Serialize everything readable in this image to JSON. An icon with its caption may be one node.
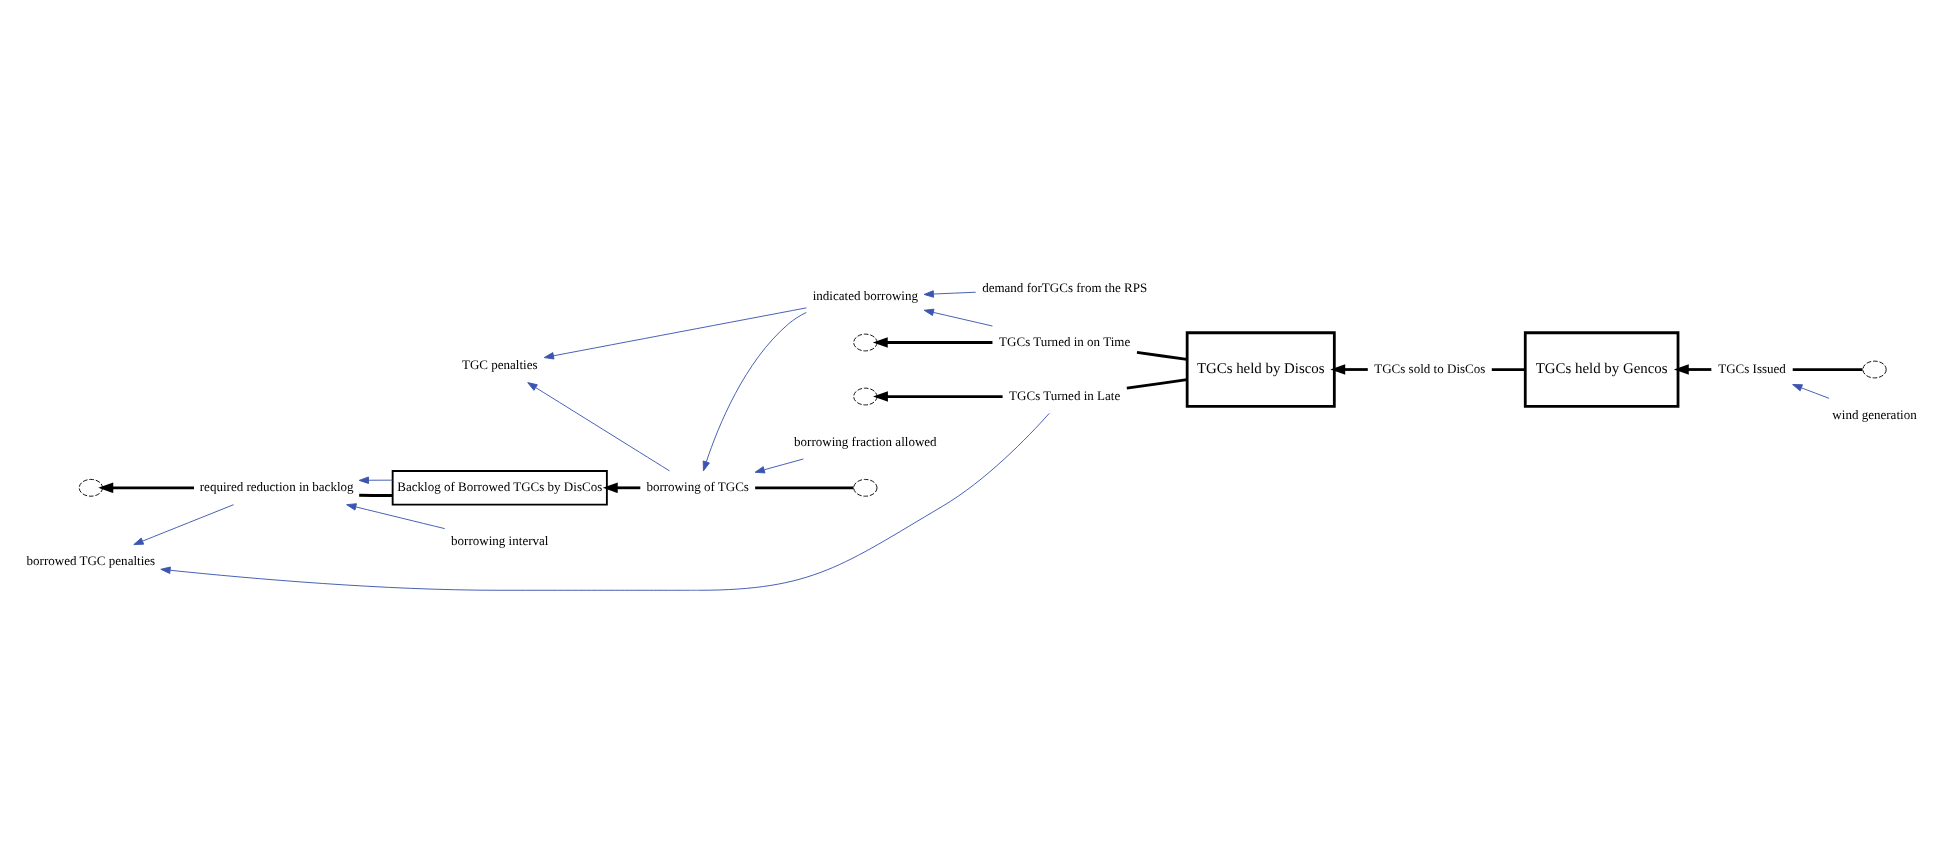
{
  "diagram": {
    "nodes": [
      {
        "text": [
          "demand forTGCs from the RPS"
        ]
      },
      {
        "text": [
          "indicated borrowing"
        ]
      },
      {
        "text": [
          "borrowing fraction allowed"
        ]
      },
      {
        "text": [
          "TGC penalties"
        ]
      },
      {
        "text": [],
        "shape": "cloud"
      },
      {
        "text": [
          "borrowing of TGCs"
        ]
      },
      {
        "text": [],
        "shape": "cloud"
      },
      {
        "text": [
          "TGCs Turned in on Time"
        ]
      },
      {
        "text": [
          "TGCs held by Discos"
        ]
      },
      {
        "text": [
          "TGCs sold to DisCos"
        ]
      },
      {
        "text": [
          "TGCs held by Gencos"
        ]
      },
      {
        "text": [
          "TGCs Issued"
        ]
      },
      {
        "text": [],
        "shape": "cloud"
      },
      {
        "text": [],
        "shape": "cloud"
      },
      {
        "text": [
          "TGCs Turned in Late"
        ]
      },
      {
        "text": [
          "Backlog of Borrowed TGCs by DisCos"
        ]
      },
      {
        "text": [
          "borrowed TGC penalties"
        ]
      },
      {
        "text": [
          "required reduction in backlog"
        ]
      },
      {
        "text": [
          "borrowing interval"
        ]
      },
      {
        "text": [
          "wind generation"
        ]
      },
      {
        "text": [],
        "shape": "cloud"
      }
    ],
    "edges": [
      {
        "from": 4,
        "to": 5,
        "arrow": "none"
      },
      {
        "from": 5,
        "to": 15,
        "arrow": "to"
      },
      {
        "from": 8,
        "to": 7,
        "arrow": "none"
      },
      {
        "from": 7,
        "to": 6,
        "arrow": "to"
      },
      {
        "from": 8,
        "to": 14,
        "arrow": "none"
      },
      {
        "from": 14,
        "to": 13,
        "arrow": "to"
      },
      {
        "from": 10,
        "to": 9,
        "arrow": "none"
      },
      {
        "from": 9,
        "to": 8,
        "arrow": "to"
      },
      {
        "from": 12,
        "to": 11,
        "arrow": "none"
      },
      {
        "from": 11,
        "to": 10,
        "arrow": "to"
      },
      {
        "from": 15,
        "to": 17,
        "arrow": "none"
      },
      {
        "from": 17,
        "to": 20,
        "arrow": "to"
      },
      {
        "from": 0,
        "to": 1,
        "arrow": "to",
        "color": "#3b55b0"
      },
      {
        "from": 1,
        "to": 3,
        "arrow": "to",
        "color": "#3b55b0"
      },
      {
        "from": 1,
        "to": 5,
        "arrow": "to",
        "color": "#3b55b0"
      },
      {
        "from": 2,
        "to": 5,
        "arrow": "to",
        "color": "#3b55b0"
      },
      {
        "from": 5,
        "to": 3,
        "arrow": "to",
        "color": "#3b55b0"
      },
      {
        "from": 7,
        "to": 1,
        "arrow": "to",
        "color": "#3b55b0"
      },
      {
        "from": 15,
        "to": 17,
        "arrow": "to",
        "color": "#3b55b0"
      },
      {
        "from": 17,
        "to": 16,
        "arrow": "to",
        "color": "#3b55b0"
      },
      {
        "from": 14,
        "to": 16,
        "arrow": "to",
        "color": "#3b55b0"
      },
      {
        "from": 18,
        "to": 17,
        "arrow": "to",
        "color": "#3b55b0"
      },
      {
        "from": 19,
        "to": 11,
        "arrow": "to",
        "color": "#3b55b0"
      }
    ]
  }
}
